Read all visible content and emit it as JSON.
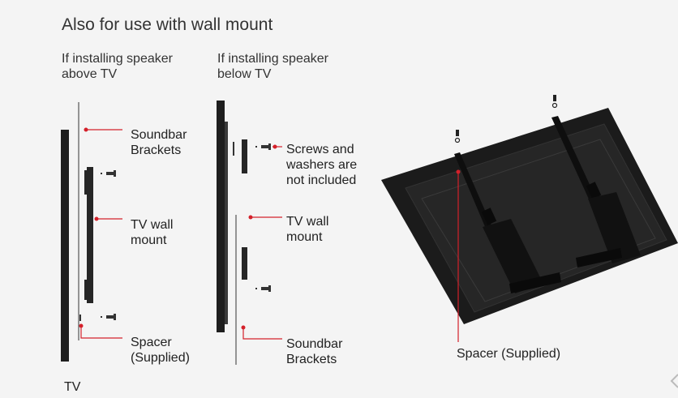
{
  "title": "Also for use with wall mount",
  "columns": {
    "above": "If installing speaker\nabove TV",
    "below": "If installing speaker\nbelow TV"
  },
  "labels": {
    "soundbar_brackets_1": "Soundbar\nBrackets",
    "tv_wall_mount_1": "TV wall\nmount",
    "spacer_1": "Spacer\n(Supplied)",
    "screws_note": "Screws and\nwashers are\nnot included",
    "tv_wall_mount_2": "TV wall\nmount",
    "soundbar_brackets_2": "Soundbar\nBrackets",
    "tv": "TV",
    "spacer_right": "Spacer (Supplied)"
  },
  "colors": {
    "accent": "#d4202a",
    "panel": "#1e1e1e",
    "line": "#555555",
    "background": "#f4f4f4"
  }
}
